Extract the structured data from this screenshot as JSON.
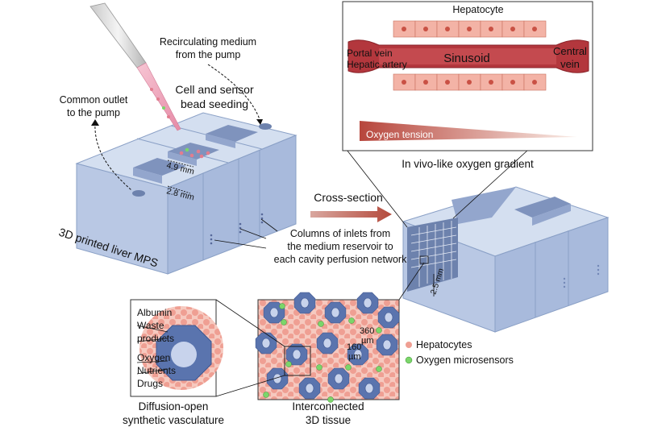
{
  "labels": {
    "recirculating_line1": "Recirculating medium",
    "recirculating_line2": "from the pump",
    "seeding_line1": "Cell and sensor",
    "seeding_line2": "bead seeding",
    "outlet_line1": "Common outlet",
    "outlet_line2": "to the pump",
    "dim_width": "4.9 mm",
    "dim_depth": "2.8 mm",
    "mps_label": "3D printed liver MPS",
    "cross_section": "Cross-section",
    "inlets_line1": "Columns of inlets from",
    "inlets_line2": "the medium reservoir to",
    "inlets_line3": "each cavity perfusion network",
    "dim_height": "2.5 mm",
    "hepatocyte_top": "Hepatocyte",
    "portal_vein": "Portal vein",
    "hepatic_artery": "Hepatic artery",
    "sinusoid": "Sinusoid",
    "central_line1": "Central",
    "central_line2": "vein",
    "oxygen_tension": "Oxygen tension",
    "gradient_caption": "In vivo-like oxygen gradient",
    "albumin": "Albumin",
    "waste_line1": "Waste",
    "waste_line2": "products",
    "oxygen": "Oxygen",
    "nutrients": "Nutrients",
    "drugs": "Drugs",
    "vasc_line1": "Diffusion-open",
    "vasc_line2": "synthetic vasculature",
    "dim_360_a": "360",
    "dim_360_b": "µm",
    "dim_160_a": "160",
    "dim_160_b": "µm",
    "tissue_line1": "Interconnected",
    "tissue_line2": "3D tissue",
    "legend_hepatocytes": "Hepatocytes",
    "legend_oxygen": "Oxygen microsensors"
  },
  "colors": {
    "block_top": "#d4dff0",
    "block_front": "#b9c8e4",
    "block_side": "#a3b4d6",
    "vessel_red": "#b3373d",
    "hepatocyte_pink": "#f2a79c",
    "channel_blue": "#5a74ae",
    "sensor_green": "#7bd66a",
    "gradient_dark": "#b7463c",
    "gradient_light": "#f9ece6"
  }
}
